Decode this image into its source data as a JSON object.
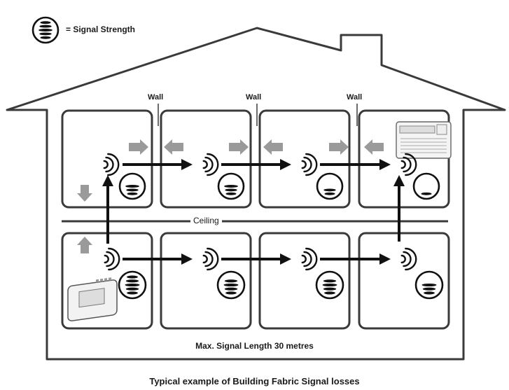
{
  "legend": {
    "label": "= Signal Strength"
  },
  "walls": [
    "Wall",
    "Wall",
    "Wall"
  ],
  "ceiling_label": "Ceiling",
  "max_length_label": "Max. Signal Length 30 metres",
  "caption": "Typical example of Building Fabric Signal losses",
  "colors": {
    "line": "#3a3a3a",
    "arrow": "#111111",
    "loss_arrow": "#9a9a9a"
  },
  "rooms": {
    "upper": [
      {
        "device": "none",
        "signal_bars": 3,
        "wall_loss": "right"
      },
      {
        "device": "none",
        "signal_bars": 3
      },
      {
        "device": "none",
        "signal_bars": 2
      },
      {
        "device": "receiver-box",
        "signal_bars": 1
      }
    ],
    "lower": [
      {
        "device": "thermostat",
        "signal_bars": 5
      },
      {
        "device": "none",
        "signal_bars": 4
      },
      {
        "device": "none",
        "signal_bars": 4
      },
      {
        "device": "none",
        "signal_bars": 3
      }
    ]
  }
}
